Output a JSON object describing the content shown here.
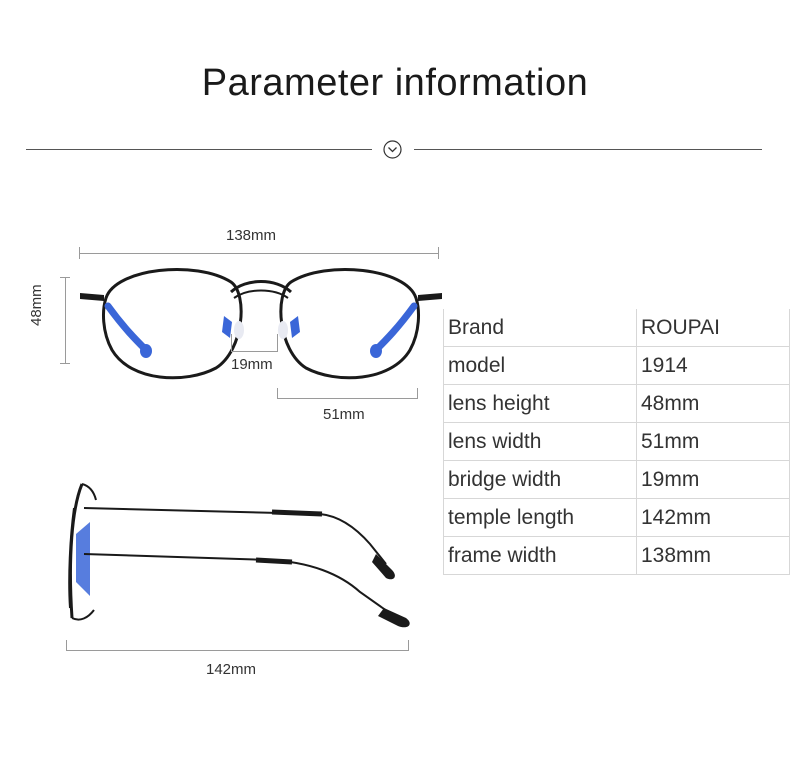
{
  "header": {
    "title": "Parameter information"
  },
  "icons": {
    "divider": "chevron-down-circle-icon"
  },
  "dimensions": {
    "frame_width": "138mm",
    "lens_height": "48mm",
    "bridge_width": "19mm",
    "lens_width": "51mm",
    "temple_length": "142mm"
  },
  "specs": [
    {
      "label": "Brand",
      "value": "ROUPAI"
    },
    {
      "label": "model",
      "value": "1914"
    },
    {
      "label": "lens height",
      "value": "48mm"
    },
    {
      "label": "lens width",
      "value": "51mm"
    },
    {
      "label": "bridge width",
      "value": "19mm"
    },
    {
      "label": "temple length",
      "value": "142mm"
    },
    {
      "label": "frame width",
      "value": "138mm"
    }
  ],
  "colors": {
    "frame": "#1a1a1a",
    "nose_pad": "#3a66d8",
    "line": "#9a9a9a"
  }
}
